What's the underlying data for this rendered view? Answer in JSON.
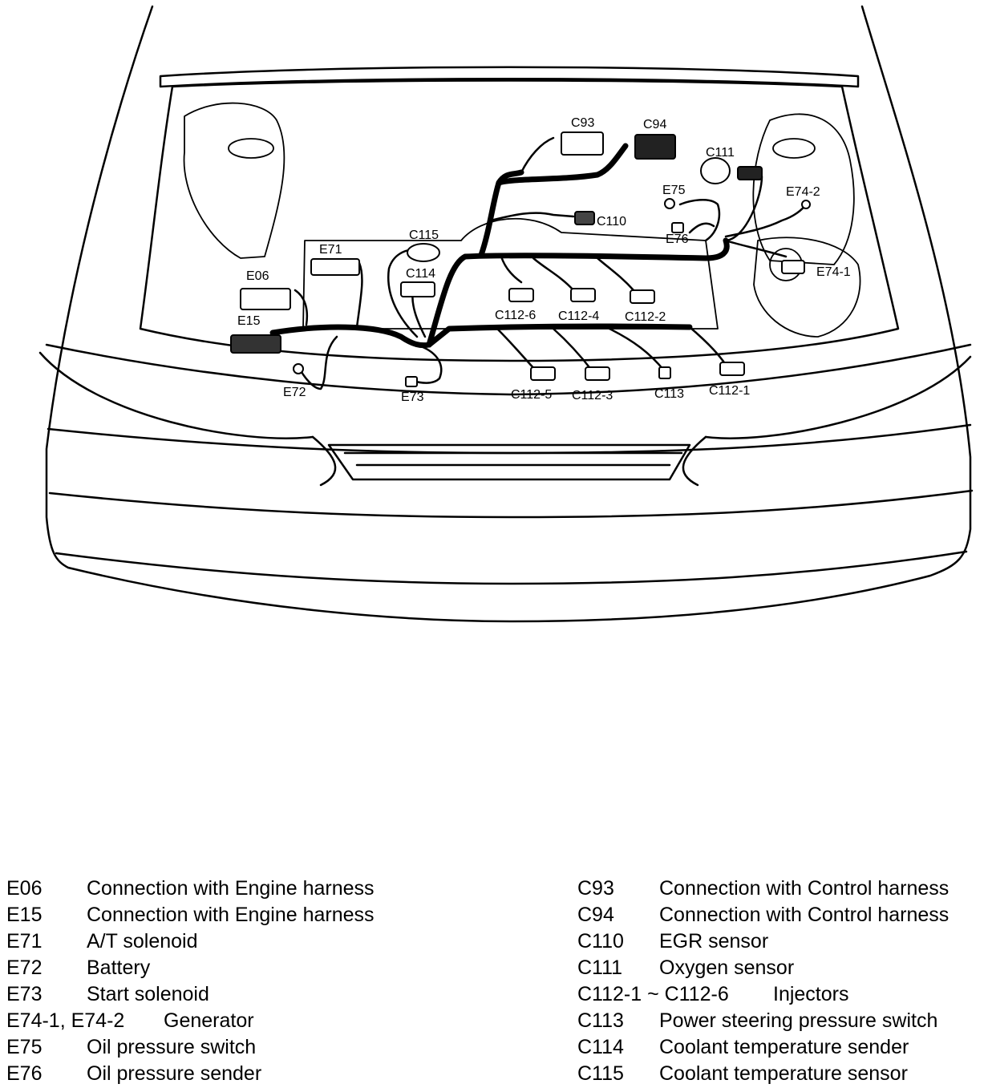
{
  "diagram": {
    "connector_labels": {
      "c93": "C93",
      "c94": "C94",
      "c111": "C111",
      "e75": "E75",
      "e74_2": "E74-2",
      "c110": "C110",
      "c115": "C115",
      "e71": "E71",
      "e76": "E76",
      "e74_1": "E74-1",
      "c114": "C114",
      "e06": "E06",
      "e15": "E15",
      "c112_6": "C112-6",
      "c112_4": "C112-4",
      "c112_2": "C112-2",
      "e72": "E72",
      "e73": "E73",
      "c112_5": "C112-5",
      "c112_3": "C112-3",
      "c113": "C113",
      "c112_1": "C112-1"
    }
  },
  "legend": {
    "left": [
      {
        "code": "E06",
        "description": "Connection with Engine harness"
      },
      {
        "code": "E15",
        "description": "Connection with Engine harness"
      },
      {
        "code": "E71",
        "description": "A/T solenoid"
      },
      {
        "code": "E72",
        "description": "Battery"
      },
      {
        "code": "E73",
        "description": "Start solenoid"
      },
      {
        "code": "E74-1, E74-2",
        "description": "Generator"
      },
      {
        "code": "E75",
        "description": "Oil pressure switch"
      },
      {
        "code": "E76",
        "description": "Oil pressure sender"
      }
    ],
    "right": [
      {
        "code": "C93",
        "description": "Connection with Control harness"
      },
      {
        "code": "C94",
        "description": "Connection with Control harness"
      },
      {
        "code": "C110",
        "description": "EGR sensor"
      },
      {
        "code": "C111",
        "description": "Oxygen sensor"
      },
      {
        "code": "C112-1 ~ C112-6",
        "description": "Injectors"
      },
      {
        "code": "C113",
        "description": "Power steering pressure switch"
      },
      {
        "code": "C114",
        "description": "Coolant temperature sender"
      },
      {
        "code": "C115",
        "description": "Coolant temperature sensor"
      }
    ]
  }
}
